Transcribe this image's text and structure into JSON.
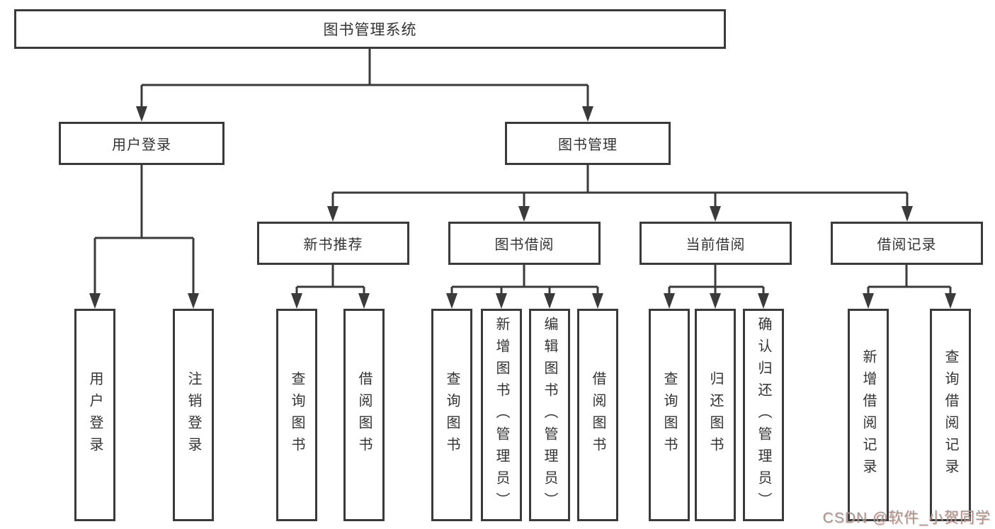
{
  "title": "图书管理系统",
  "user_branch": {
    "label": "用户登录",
    "children": [
      "用户登录",
      "注销登录"
    ]
  },
  "book_branch": {
    "label": "图书管理",
    "sections": [
      {
        "label": "新书推荐",
        "children": [
          "查询图书",
          "借阅图书"
        ]
      },
      {
        "label": "图书借阅",
        "children": [
          "查询图书",
          "新增图书（管理员）",
          "编辑图书（管理员）",
          "借阅图书"
        ]
      },
      {
        "label": "当前借阅",
        "children": [
          "查询图书",
          "归还图书",
          "确认归还（管理员）"
        ]
      },
      {
        "label": "借阅记录",
        "children": [
          "新增借阅记录",
          "查询借阅记录"
        ]
      }
    ]
  },
  "watermark": "CSDN @软件_小贺同学",
  "colors": {
    "line": "#3a3a3a",
    "text": "#333333",
    "watermark": "#9b9b9b"
  }
}
